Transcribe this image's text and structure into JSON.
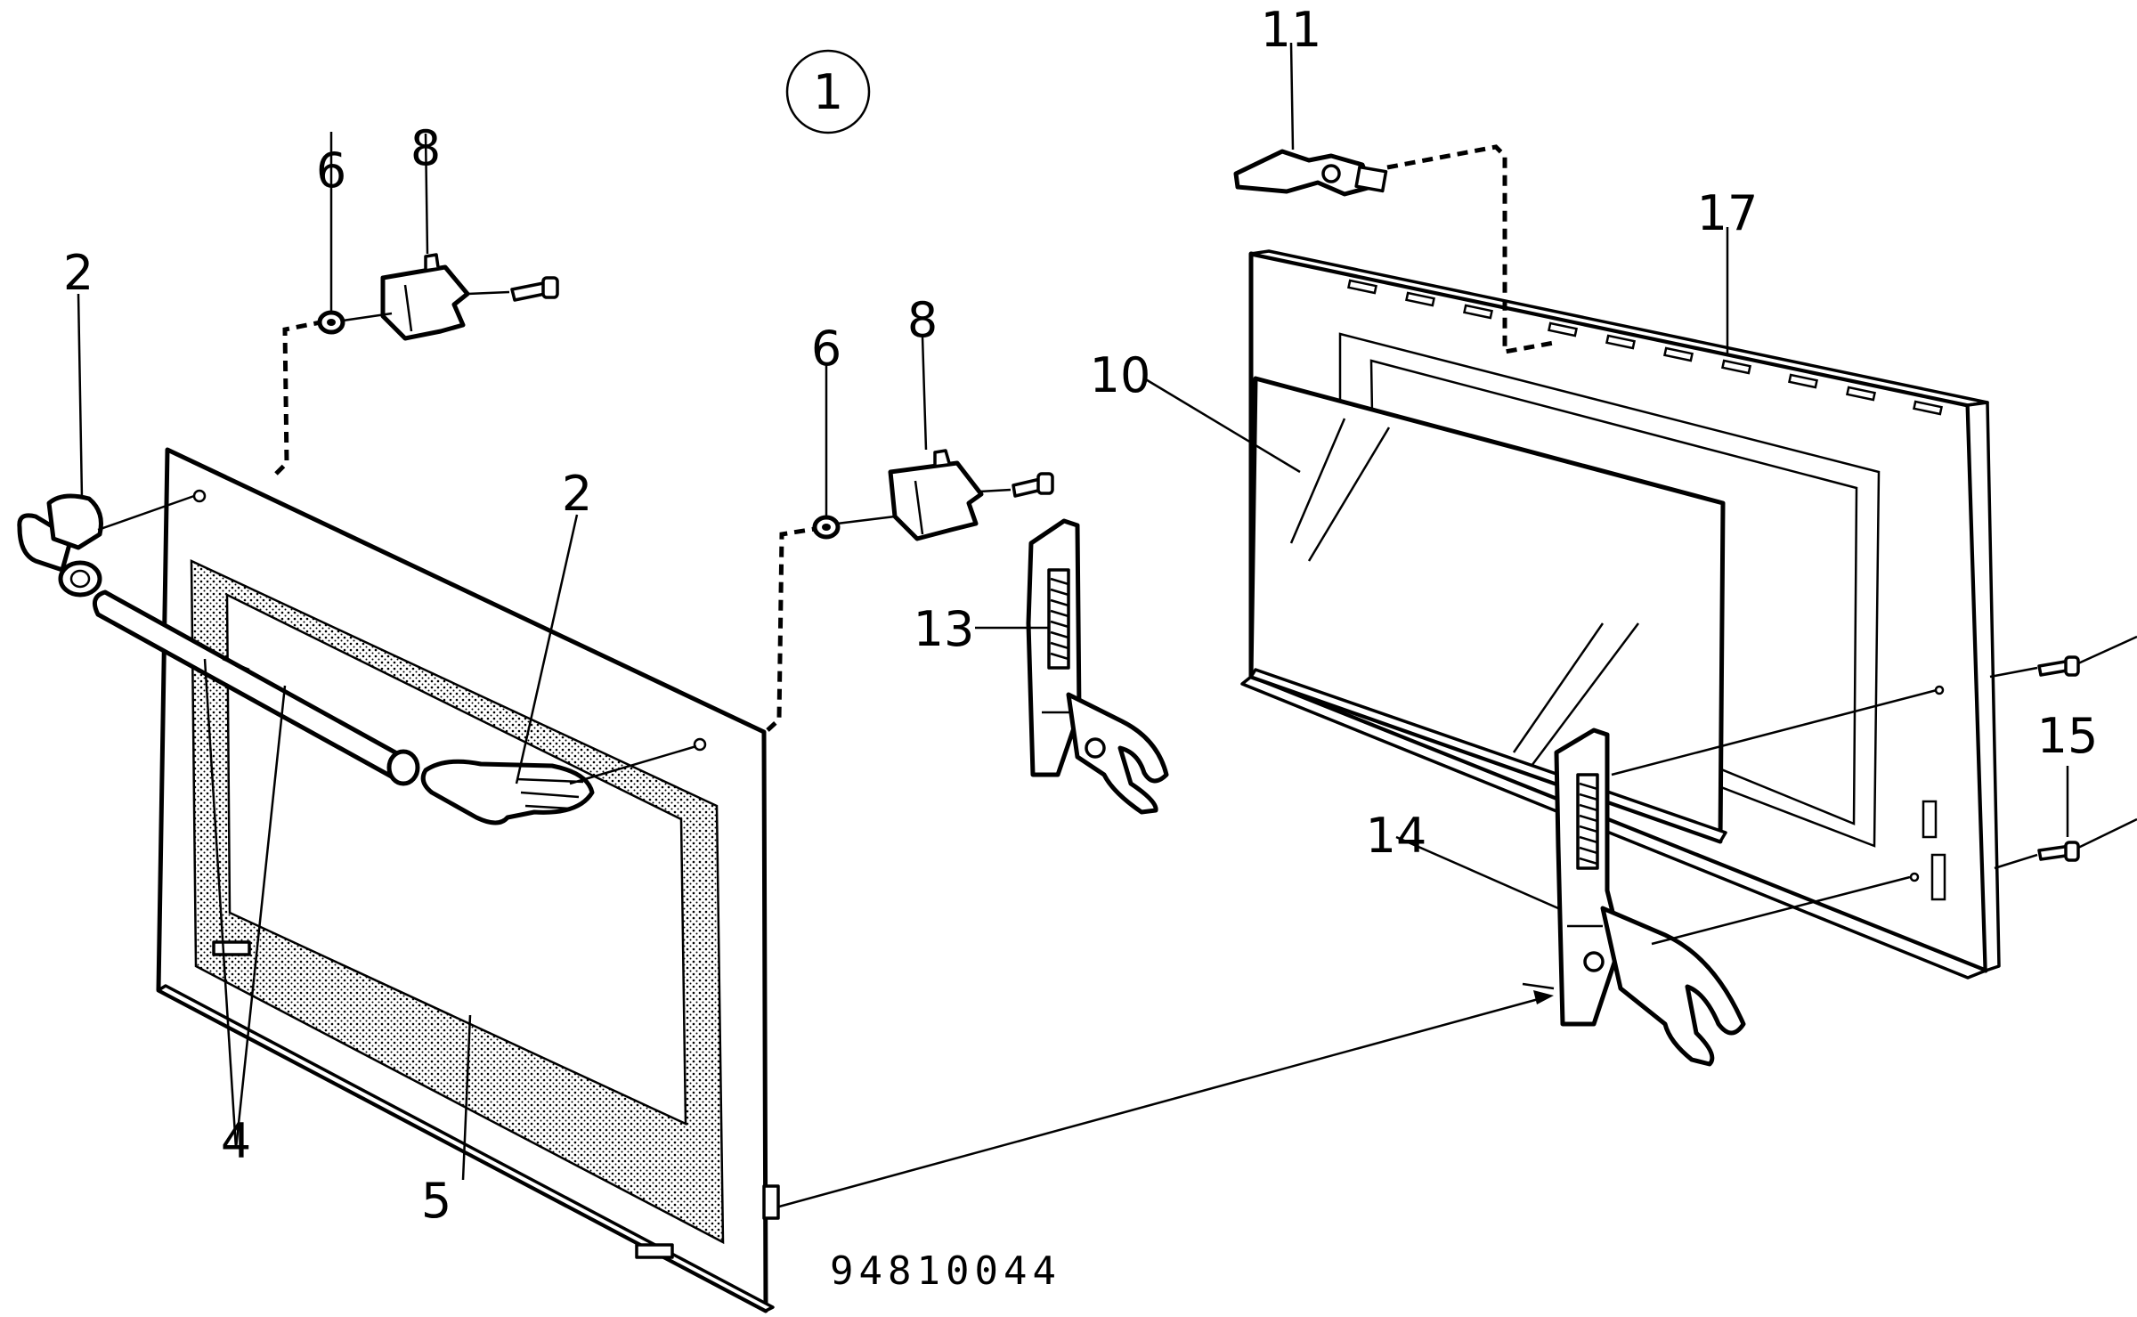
{
  "diagram": {
    "view_marker": "1",
    "drawing_number": "94810044",
    "labels": {
      "handle_end_left": "2",
      "handle_end_right": "2",
      "handle_bar": "4",
      "outer_panel": "5",
      "spacer_left": "6",
      "spacer_right": "6",
      "bracket_left": "8",
      "bracket_right": "8",
      "glass_pane": "10",
      "clip": "11",
      "hinge_left": "13",
      "hinge_right": "14",
      "screw": "15",
      "inner_frame": "17"
    },
    "colors": {
      "ink": "#000000",
      "paper": "#ffffff"
    }
  }
}
